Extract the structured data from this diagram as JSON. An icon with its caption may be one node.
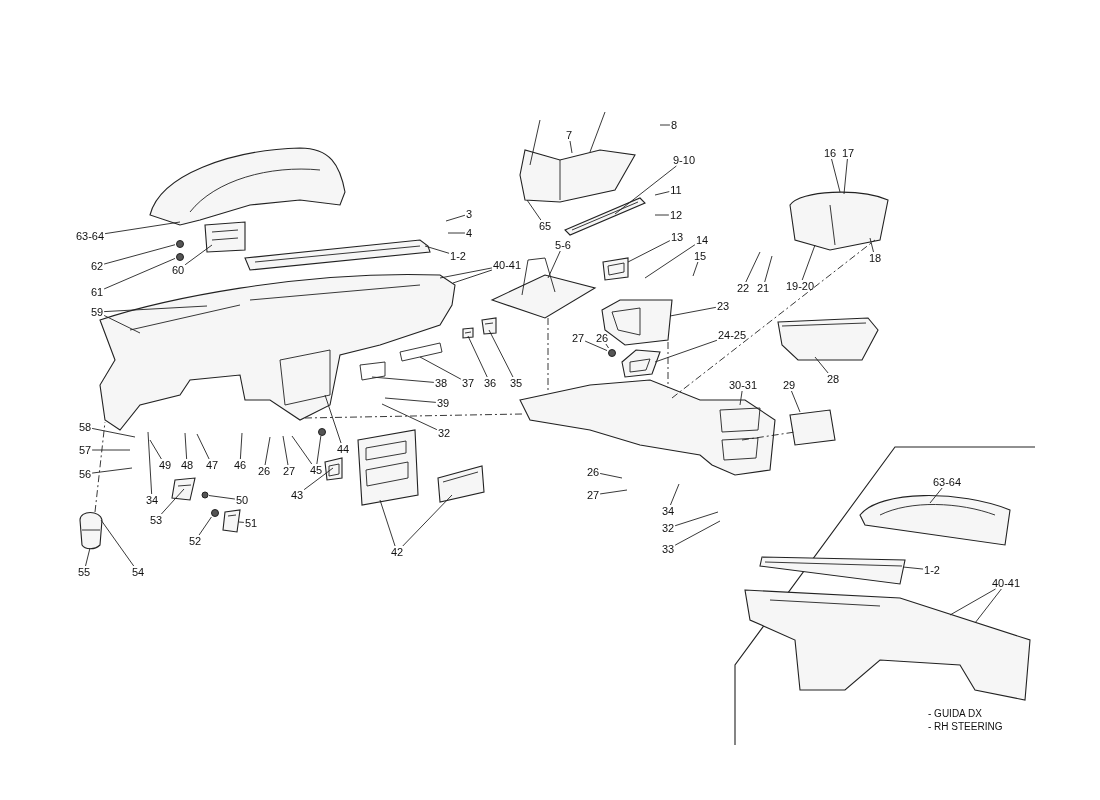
{
  "diagram": {
    "nodes": [
      {
        "text": [
          "63-64"
        ]
      },
      {
        "text": [
          "62"
        ]
      },
      {
        "text": [
          "61"
        ]
      },
      {
        "text": [
          "60"
        ]
      },
      {
        "text": [
          "3"
        ]
      },
      {
        "text": [
          "4"
        ]
      },
      {
        "text": [
          "1-2"
        ]
      },
      {
        "text": [
          "40-41"
        ]
      },
      {
        "text": [
          "59"
        ]
      },
      {
        "text": [
          "58"
        ]
      },
      {
        "text": [
          "57"
        ]
      },
      {
        "text": [
          "56"
        ]
      },
      {
        "text": [
          "34"
        ]
      },
      {
        "text": [
          "49"
        ]
      },
      {
        "text": [
          "48"
        ]
      },
      {
        "text": [
          "47"
        ]
      },
      {
        "text": [
          "46"
        ]
      },
      {
        "text": [
          "26"
        ]
      },
      {
        "text": [
          "27"
        ]
      },
      {
        "text": [
          "45"
        ]
      },
      {
        "text": [
          "44"
        ]
      },
      {
        "text": [
          "43"
        ]
      },
      {
        "text": [
          "42"
        ]
      },
      {
        "text": [
          "53"
        ]
      },
      {
        "text": [
          "50"
        ]
      },
      {
        "text": [
          "52"
        ]
      },
      {
        "text": [
          "51"
        ]
      },
      {
        "text": [
          "55"
        ]
      },
      {
        "text": [
          "54"
        ]
      },
      {
        "text": [
          "38"
        ]
      },
      {
        "text": [
          "37"
        ]
      },
      {
        "text": [
          "36"
        ]
      },
      {
        "text": [
          "35"
        ]
      },
      {
        "text": [
          "39"
        ]
      },
      {
        "text": [
          "32"
        ]
      },
      {
        "text": [
          "7"
        ]
      },
      {
        "text": [
          "8"
        ]
      },
      {
        "text": [
          "9-10"
        ]
      },
      {
        "text": [
          "11"
        ]
      },
      {
        "text": [
          "12"
        ]
      },
      {
        "text": [
          "65"
        ]
      },
      {
        "text": [
          "5-6"
        ]
      },
      {
        "text": [
          "13"
        ]
      },
      {
        "text": [
          "14"
        ]
      },
      {
        "text": [
          "15"
        ]
      },
      {
        "text": [
          "23"
        ]
      },
      {
        "text": [
          "24-25"
        ]
      },
      {
        "text": [
          "27"
        ]
      },
      {
        "text": [
          "26"
        ]
      },
      {
        "text": [
          "16"
        ]
      },
      {
        "text": [
          "17"
        ]
      },
      {
        "text": [
          "22"
        ]
      },
      {
        "text": [
          "21"
        ]
      },
      {
        "text": [
          "19-20"
        ]
      },
      {
        "text": [
          "18"
        ]
      },
      {
        "text": [
          "28"
        ]
      },
      {
        "text": [
          "29"
        ]
      },
      {
        "text": [
          "30-31"
        ]
      },
      {
        "text": [
          "26"
        ]
      },
      {
        "text": [
          "27"
        ]
      },
      {
        "text": [
          "34"
        ]
      },
      {
        "text": [
          "32"
        ]
      },
      {
        "text": [
          "33"
        ]
      },
      {
        "text": [
          "63-64"
        ]
      },
      {
        "text": [
          "1-2"
        ]
      },
      {
        "text": [
          "40-41"
        ]
      },
      {
        "text": [],
        "shape": "picture"
      },
      {
        "text": [],
        "shape": "picture"
      },
      {
        "text": [],
        "shape": "picture"
      },
      {
        "text": [],
        "shape": "picture"
      },
      {
        "text": [],
        "shape": "picture"
      },
      {
        "text": [],
        "shape": "picture"
      },
      {
        "text": [],
        "shape": "picture"
      },
      {
        "text": [],
        "shape": "picture"
      },
      {
        "text": [],
        "shape": "picture"
      },
      {
        "text": [],
        "shape": "picture"
      },
      {
        "text": [],
        "shape": "picture"
      },
      {
        "text": [],
        "shape": "picture"
      },
      {
        "text": [],
        "shape": "picture"
      },
      {
        "text": [],
        "shape": "picture"
      },
      {
        "text": [],
        "shape": "picture"
      },
      {
        "text": [],
        "shape": "picture"
      },
      {
        "text": [],
        "shape": "picture"
      },
      {
        "text": [],
        "shape": "picture"
      },
      {
        "text": [],
        "shape": "picture"
      },
      {
        "text": [],
        "shape": "picture"
      },
      {
        "text": [],
        "shape": "picture"
      },
      {
        "text": [],
        "shape": "picture"
      },
      {
        "text": [],
        "shape": "picture"
      },
      {
        "text": [],
        "shape": "picture"
      },
      {
        "text": [],
        "shape": "picture"
      },
      {
        "text": [],
        "shape": "circle"
      },
      {
        "text": [],
        "shape": "circle"
      },
      {
        "text": [],
        "shape": "circle"
      },
      {
        "text": [],
        "shape": "circle"
      },
      {
        "text": [],
        "shape": "circle"
      },
      {
        "text": [],
        "shape": "circle"
      }
    ],
    "edges": [
      {
        "from": 0,
        "to": 66,
        "arrow": "none"
      },
      {
        "from": 1,
        "to": 91,
        "arrow": "none"
      },
      {
        "from": 2,
        "to": 92,
        "arrow": "none"
      },
      {
        "from": 3,
        "to": 67,
        "arrow": "none"
      },
      {
        "from": 4,
        "to": null,
        "arrow": "none"
      },
      {
        "from": 5,
        "to": null,
        "arrow": "none"
      },
      {
        "from": 6,
        "to": 68,
        "arrow": "none"
      },
      {
        "from": 7,
        "to": 69,
        "arrow": "none"
      },
      {
        "from": 7,
        "to": 69,
        "arrow": "none"
      },
      {
        "from": 8,
        "to": 69,
        "arrow": "none"
      },
      {
        "from": 8,
        "to": 69,
        "arrow": "none"
      },
      {
        "from": 9,
        "to": null,
        "arrow": "none"
      },
      {
        "from": 10,
        "to": null,
        "arrow": "none"
      },
      {
        "from": 11,
        "to": null,
        "arrow": "none"
      },
      {
        "from": 12,
        "to": null,
        "arrow": "none"
      },
      {
        "from": 13,
        "to": null,
        "arrow": "none"
      },
      {
        "from": 14,
        "to": null,
        "arrow": "none"
      },
      {
        "from": 15,
        "to": null,
        "arrow": "none"
      },
      {
        "from": 16,
        "to": null,
        "arrow": "none"
      },
      {
        "from": 17,
        "to": null,
        "arrow": "none"
      },
      {
        "from": 18,
        "to": null,
        "arrow": "none"
      },
      {
        "from": 19,
        "to": null,
        "arrow": "none"
      },
      {
        "from": 19,
        "to": 93,
        "arrow": "none"
      },
      {
        "from": 20,
        "to": 69,
        "arrow": "none"
      },
      {
        "from": 21,
        "to": 74,
        "arrow": "none"
      },
      {
        "from": 22,
        "to": 72,
        "arrow": "none"
      },
      {
        "from": 22,
        "to": 73,
        "arrow": "none"
      },
      {
        "from": 23,
        "to": 84,
        "arrow": "none"
      },
      {
        "from": 24,
        "to": 96,
        "arrow": "none"
      },
      {
        "from": 25,
        "to": 94,
        "arrow": "none"
      },
      {
        "from": 26,
        "to": 85,
        "arrow": "none"
      },
      {
        "from": 27,
        "to": 83,
        "arrow": "none"
      },
      {
        "from": 28,
        "to": 83,
        "arrow": "none"
      },
      {
        "from": 29,
        "to": 69,
        "arrow": "none"
      },
      {
        "from": 30,
        "to": 69,
        "arrow": "none"
      },
      {
        "from": 31,
        "to": 70,
        "arrow": "none"
      },
      {
        "from": 32,
        "to": 71,
        "arrow": "none"
      },
      {
        "from": 33,
        "to": 69,
        "arrow": "none"
      },
      {
        "from": 34,
        "to": 69,
        "arrow": "none"
      },
      {
        "from": 35,
        "to": 75,
        "arrow": "none"
      },
      {
        "from": 36,
        "to": null,
        "arrow": "none"
      },
      {
        "from": 37,
        "to": 76,
        "arrow": "none"
      },
      {
        "from": 38,
        "to": null,
        "arrow": "none"
      },
      {
        "from": 39,
        "to": null,
        "arrow": "none"
      },
      {
        "from": 40,
        "to": 75,
        "arrow": "none"
      },
      {
        "from": 41,
        "to": 77,
        "arrow": "none"
      },
      {
        "from": 42,
        "to": 78,
        "arrow": "none"
      },
      {
        "from": 43,
        "to": null,
        "arrow": "none"
      },
      {
        "from": 44,
        "to": null,
        "arrow": "none"
      },
      {
        "from": 45,
        "to": 79,
        "arrow": "none"
      },
      {
        "from": 46,
        "to": 80,
        "arrow": "none"
      },
      {
        "from": 47,
        "to": 95,
        "arrow": "none"
      },
      {
        "from": 48,
        "to": 95,
        "arrow": "none"
      },
      {
        "from": 49,
        "to": 82,
        "arrow": "none"
      },
      {
        "from": 50,
        "to": 82,
        "arrow": "none"
      },
      {
        "from": 51,
        "to": null,
        "arrow": "none"
      },
      {
        "from": 52,
        "to": null,
        "arrow": "none"
      },
      {
        "from": 53,
        "to": 82,
        "arrow": "none"
      },
      {
        "from": 54,
        "to": 82,
        "arrow": "none"
      },
      {
        "from": 55,
        "to": 81,
        "arrow": "none"
      },
      {
        "from": 56,
        "to": 88,
        "arrow": "none"
      },
      {
        "from": 57,
        "to": 87,
        "arrow": "none"
      },
      {
        "from": 58,
        "to": null,
        "arrow": "none"
      },
      {
        "from": 59,
        "to": null,
        "arrow": "none"
      },
      {
        "from": 60,
        "to": null,
        "arrow": "none"
      },
      {
        "from": 61,
        "to": null,
        "arrow": "none"
      },
      {
        "from": 62,
        "to": null,
        "arrow": "none"
      },
      {
        "from": 63,
        "to": 89,
        "arrow": "none"
      },
      {
        "from": 64,
        "to": 90,
        "arrow": "none"
      },
      {
        "from": 65,
        "to": 86,
        "arrow": "none"
      },
      {
        "from": 65,
        "to": 86,
        "arrow": "none"
      },
      {
        "from": 83,
        "to": 69,
        "arrow": "none",
        "style": "dashed"
      },
      {
        "from": 77,
        "to": 87,
        "arrow": "none",
        "style": "dashed"
      },
      {
        "from": 79,
        "to": 87,
        "arrow": "none",
        "style": "dashed"
      },
      {
        "from": 69,
        "to": 87,
        "arrow": "none",
        "style": "dashed"
      },
      {
        "from": 87,
        "to": 82,
        "arrow": "none",
        "style": "dashed"
      },
      {
        "from": 87,
        "to": 88,
        "arrow": "none",
        "style": "dashed"
      }
    ],
    "labels": [
      "- GUIDA DX",
      "- RH STEERING"
    ]
  }
}
